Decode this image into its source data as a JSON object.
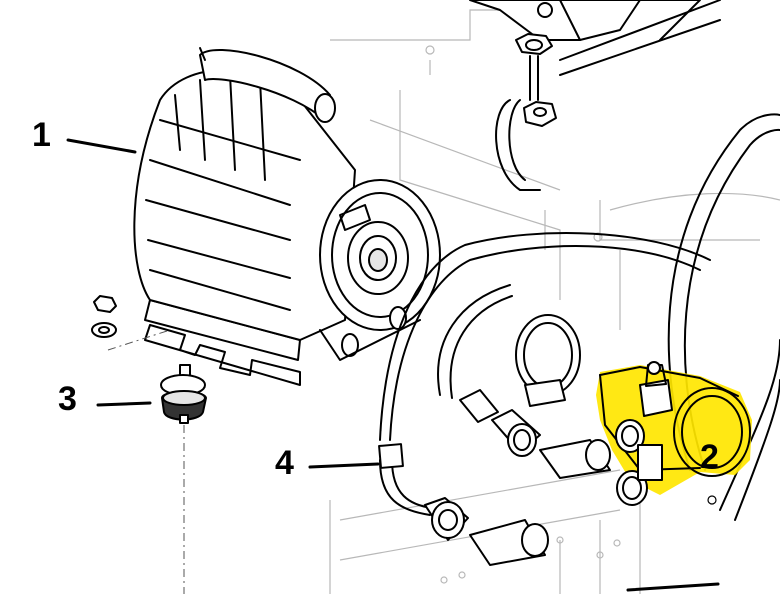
{
  "callouts": {
    "one": "1",
    "two": "2",
    "three": "3",
    "four": "4"
  },
  "colors": {
    "highlight": "#ffe600",
    "line": "#000000",
    "background": "#ffffff"
  }
}
